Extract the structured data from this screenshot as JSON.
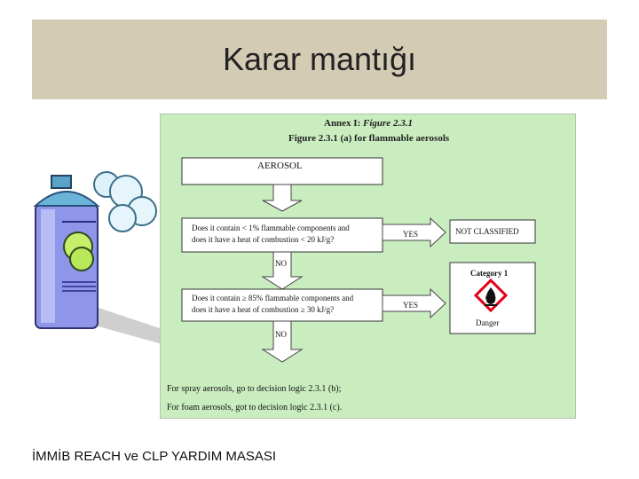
{
  "slide": {
    "title": "Karar mantığı",
    "footer": "İMMİB REACH ve CLP YARDIM MASASI"
  },
  "diagram": {
    "annex_prefix": "Annex I: ",
    "annex_figure": "Figure 2.3.1",
    "figure_title": "Figure 2.3.1 (a) for flammable aerosols",
    "start_box": "AEROSOL",
    "question1_line1": "Does it contain < 1% flammable components and",
    "question1_line2": "does it have a heat of combustion < 20 kJ/g?",
    "question2_line1": "Does it contain ≥ 85% flammable components and",
    "question2_line2": "does it have a heat of combustion ≥ 30 kJ/g?",
    "yes_label": "YES",
    "no_label": "NO",
    "not_classified": "NOT CLASSIFIED",
    "category_label": "Category 1",
    "signal_word": "Danger",
    "note_spray": "For spray aerosols, go to decision logic 2.3.1 (b);",
    "note_foam": "For foam aerosols, got to decision logic 2.3.1 (c).",
    "colors": {
      "panel_bg": "#c9edbf",
      "title_bar": "#d4cbb5",
      "pictogram_red": "#e2001a"
    }
  }
}
